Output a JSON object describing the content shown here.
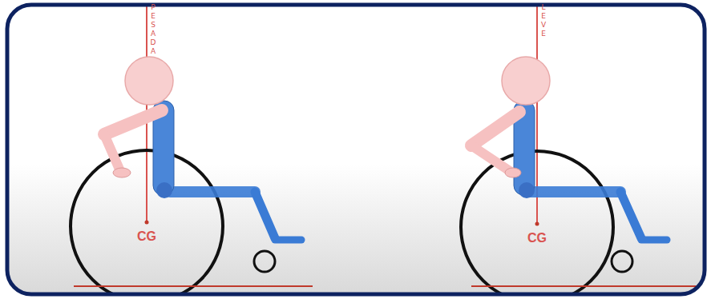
{
  "diagram": {
    "labels": [
      "PESADA",
      "CG",
      "LEVE",
      "CG"
    ]
  }
}
